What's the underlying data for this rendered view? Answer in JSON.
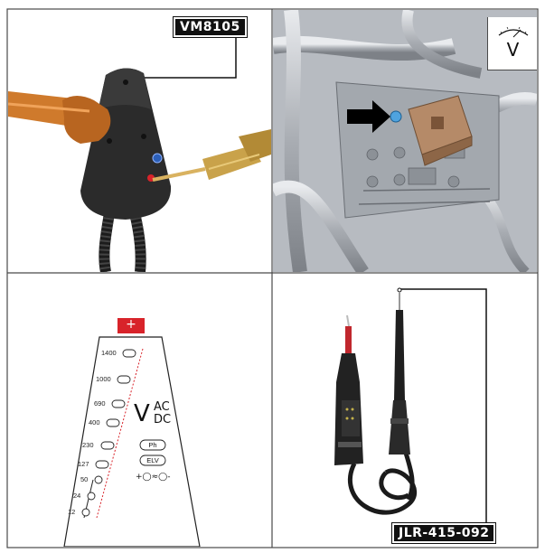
{
  "panels": {
    "top_left": {
      "tag": "VM8105"
    },
    "top_right": {
      "meter_symbol": "V"
    },
    "bottom_left": {
      "plus_symbol": "+",
      "scale_levels": [
        "1400",
        "1000",
        "690",
        "400",
        "230",
        "127",
        "50",
        "24",
        "12"
      ],
      "voltage_symbol": "V",
      "ac_label": "AC",
      "dc_label": "DC",
      "ph_label": "Ph",
      "elv_label": "ELV",
      "polarity_legend": "+◯≈◯-"
    },
    "bottom_right": {
      "tag": "JLR-415-092"
    }
  },
  "colors": {
    "border": "#4a4a4a",
    "probe_orange": "#cf7a2c",
    "probe_tan": "#c9a24a",
    "device_body": "#2b2b2b",
    "relay_brown": "#b58a68",
    "arrow": "#000000",
    "red_plus": "#d8232a"
  }
}
